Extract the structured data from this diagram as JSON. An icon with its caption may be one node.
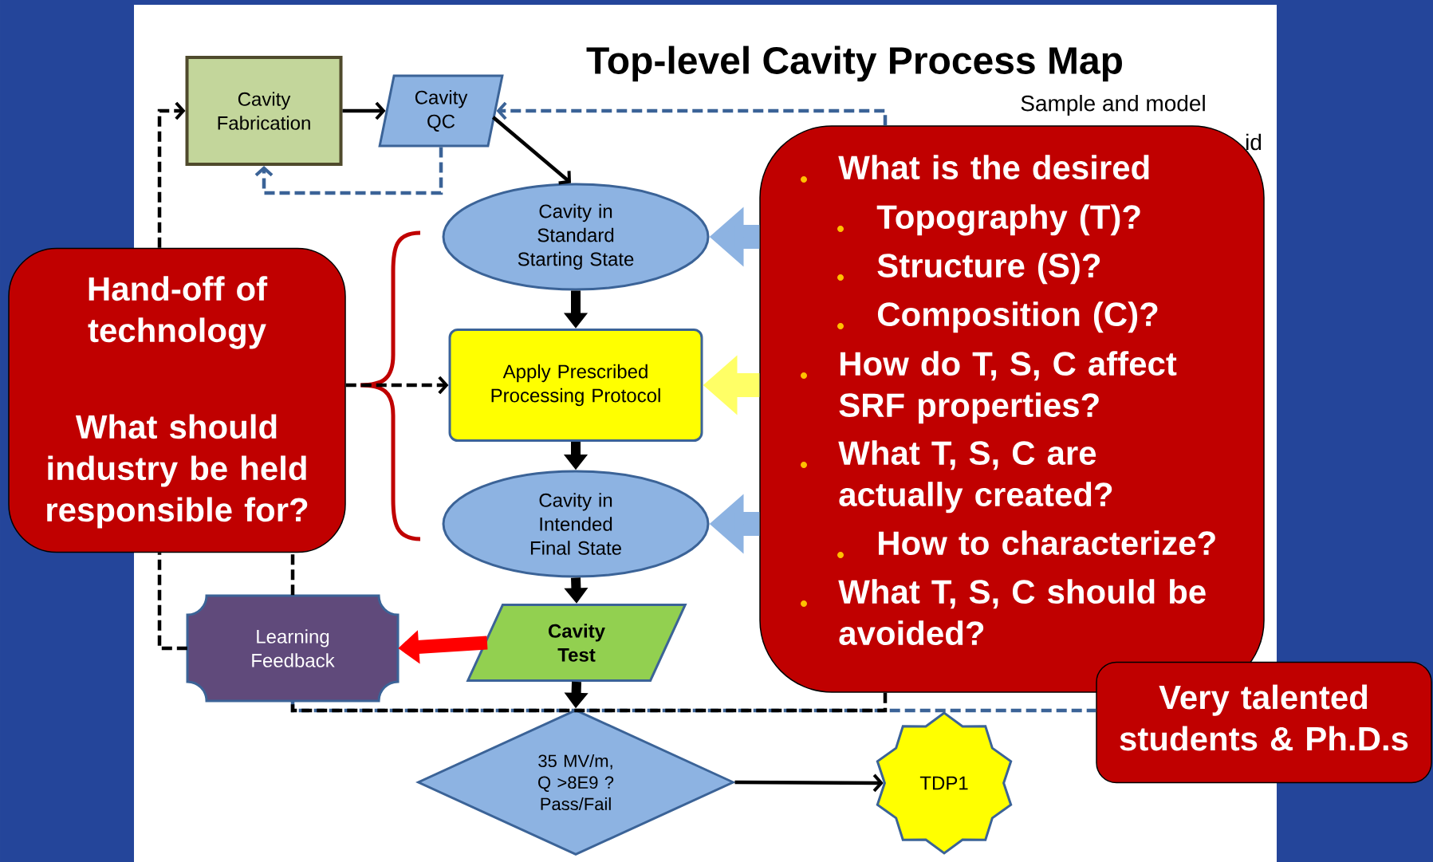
{
  "diagram": {
    "title": "Top-level Cavity Process Map",
    "nodes": [
      {
        "text": [
          "Cavity Fabrication"
        ]
      },
      {
        "text": [
          "Cavity QC"
        ]
      },
      {
        "text": [
          "Cavity in Standard Starting State"
        ]
      },
      {
        "text": [
          "Apply Prescribed Processing Protocol"
        ]
      },
      {
        "text": [
          "Cavity in Intended Final State"
        ]
      },
      {
        "text": [
          "Cavity Test"
        ]
      },
      {
        "text": [
          "Learning Feedback"
        ]
      },
      {
        "text": [
          "35 MV/m, Q >8E9 ? Pass/Fail"
        ]
      },
      {
        "text": [
          "TDP1"
        ]
      },
      {
        "text": [
          "Hand-off of technology",
          "What should industry be held responsible for?"
        ]
      },
      {
        "text": [
          "What is the desired",
          "Topography (T)?",
          "Structure (S)?",
          "Composition (C)?",
          "How do T, S, C affect SRF properties?",
          "What T, S, C are actually created?",
          "How to characterize?",
          "What T, S, C should be avoided?"
        ]
      },
      {
        "text": [
          "Very talented students & Ph.D.s"
        ]
      }
    ],
    "edges": [
      {
        "from": 0,
        "to": 1,
        "arrow": "to"
      },
      {
        "from": 1,
        "to": 2,
        "arrow": "to"
      },
      {
        "from": 1,
        "to": 0,
        "arrow": "to",
        "style": "dashed",
        "color": "#3b6397"
      },
      {
        "from": 2,
        "to": 3,
        "arrow": "to",
        "style": "thick"
      },
      {
        "from": 3,
        "to": 4,
        "arrow": "to",
        "style": "thick"
      },
      {
        "from": 4,
        "to": 5,
        "arrow": "to",
        "style": "thick"
      },
      {
        "from": 5,
        "to": 7,
        "arrow": "to",
        "style": "thick"
      },
      {
        "from": 5,
        "to": 6,
        "arrow": "to",
        "style": "thick",
        "color": "#ff0000"
      },
      {
        "from": 7,
        "to": 8,
        "arrow": "to"
      },
      {
        "from": 9,
        "to": 3,
        "arrow": "to",
        "style": "dashed"
      },
      {
        "from": 9,
        "to": 0,
        "arrow": "to",
        "style": "dashed"
      },
      {
        "from": 6,
        "to": 9,
        "arrow": "none",
        "style": "dashed"
      },
      {
        "from": 10,
        "to": 1,
        "arrow": "to",
        "style": "dashed",
        "color": "#3b6397"
      },
      {
        "from": 6,
        "to": 11,
        "arrow": "none",
        "style": "dashed",
        "color": "#3b6397"
      },
      {
        "from": 10,
        "to": 6,
        "arrow": "none",
        "style": "dashed"
      },
      {
        "from": 10,
        "to": 2,
        "arrow": "to",
        "style": "thick",
        "color": "#8db3e2"
      },
      {
        "from": 10,
        "to": 3,
        "arrow": "to",
        "style": "thick",
        "color": "#ffff66"
      },
      {
        "from": 10,
        "to": 4,
        "arrow": "to",
        "style": "thick",
        "color": "#8db3e2"
      },
      {
        "from": 6,
        "to": 9,
        "arrow": "none",
        "style": "dashed"
      }
    ],
    "labels": [
      "Sample and model",
      "id"
    ]
  }
}
